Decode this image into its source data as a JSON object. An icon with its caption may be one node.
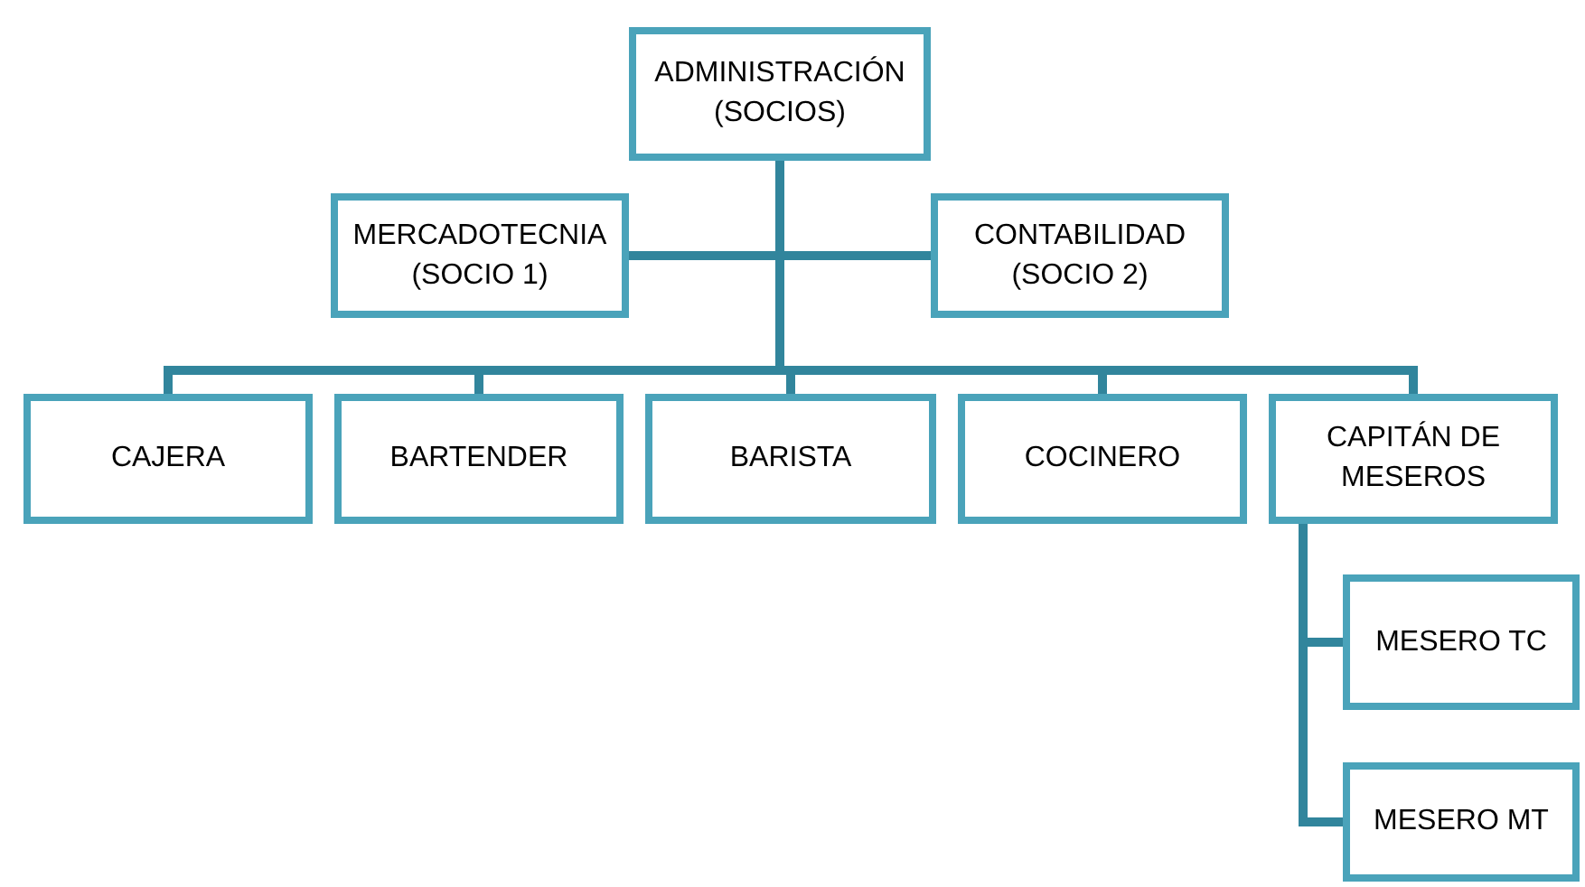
{
  "diagram": {
    "nodes": [
      {
        "text": [
          "ADMINISTRACIÓN (SOCIOS)"
        ]
      },
      {
        "text": [
          "MERCADOTECNIA (SOCIO 1)"
        ]
      },
      {
        "text": [
          "CONTABILIDAD (SOCIO 2)"
        ]
      },
      {
        "text": [
          "CAJERA"
        ]
      },
      {
        "text": [
          "BARTENDER"
        ]
      },
      {
        "text": [
          "BARISTA"
        ]
      },
      {
        "text": [
          "COCINERO"
        ]
      },
      {
        "text": [
          "CAPITÁN DE MESEROS"
        ]
      },
      {
        "text": [
          "MESERO TC"
        ]
      },
      {
        "text": [
          "MESERO MT"
        ]
      }
    ],
    "edges": [
      {
        "from": 0,
        "to": 1,
        "arrow": "none"
      },
      {
        "from": 0,
        "to": 2,
        "arrow": "none"
      },
      {
        "from": 0,
        "to": 3,
        "arrow": "none"
      },
      {
        "from": 0,
        "to": 4,
        "arrow": "none"
      },
      {
        "from": 0,
        "to": 5,
        "arrow": "none"
      },
      {
        "from": 0,
        "to": 6,
        "arrow": "none"
      },
      {
        "from": 0,
        "to": 7,
        "arrow": "none"
      },
      {
        "from": 7,
        "to": 8,
        "arrow": "none"
      },
      {
        "from": 7,
        "to": 9,
        "arrow": "none"
      }
    ]
  }
}
